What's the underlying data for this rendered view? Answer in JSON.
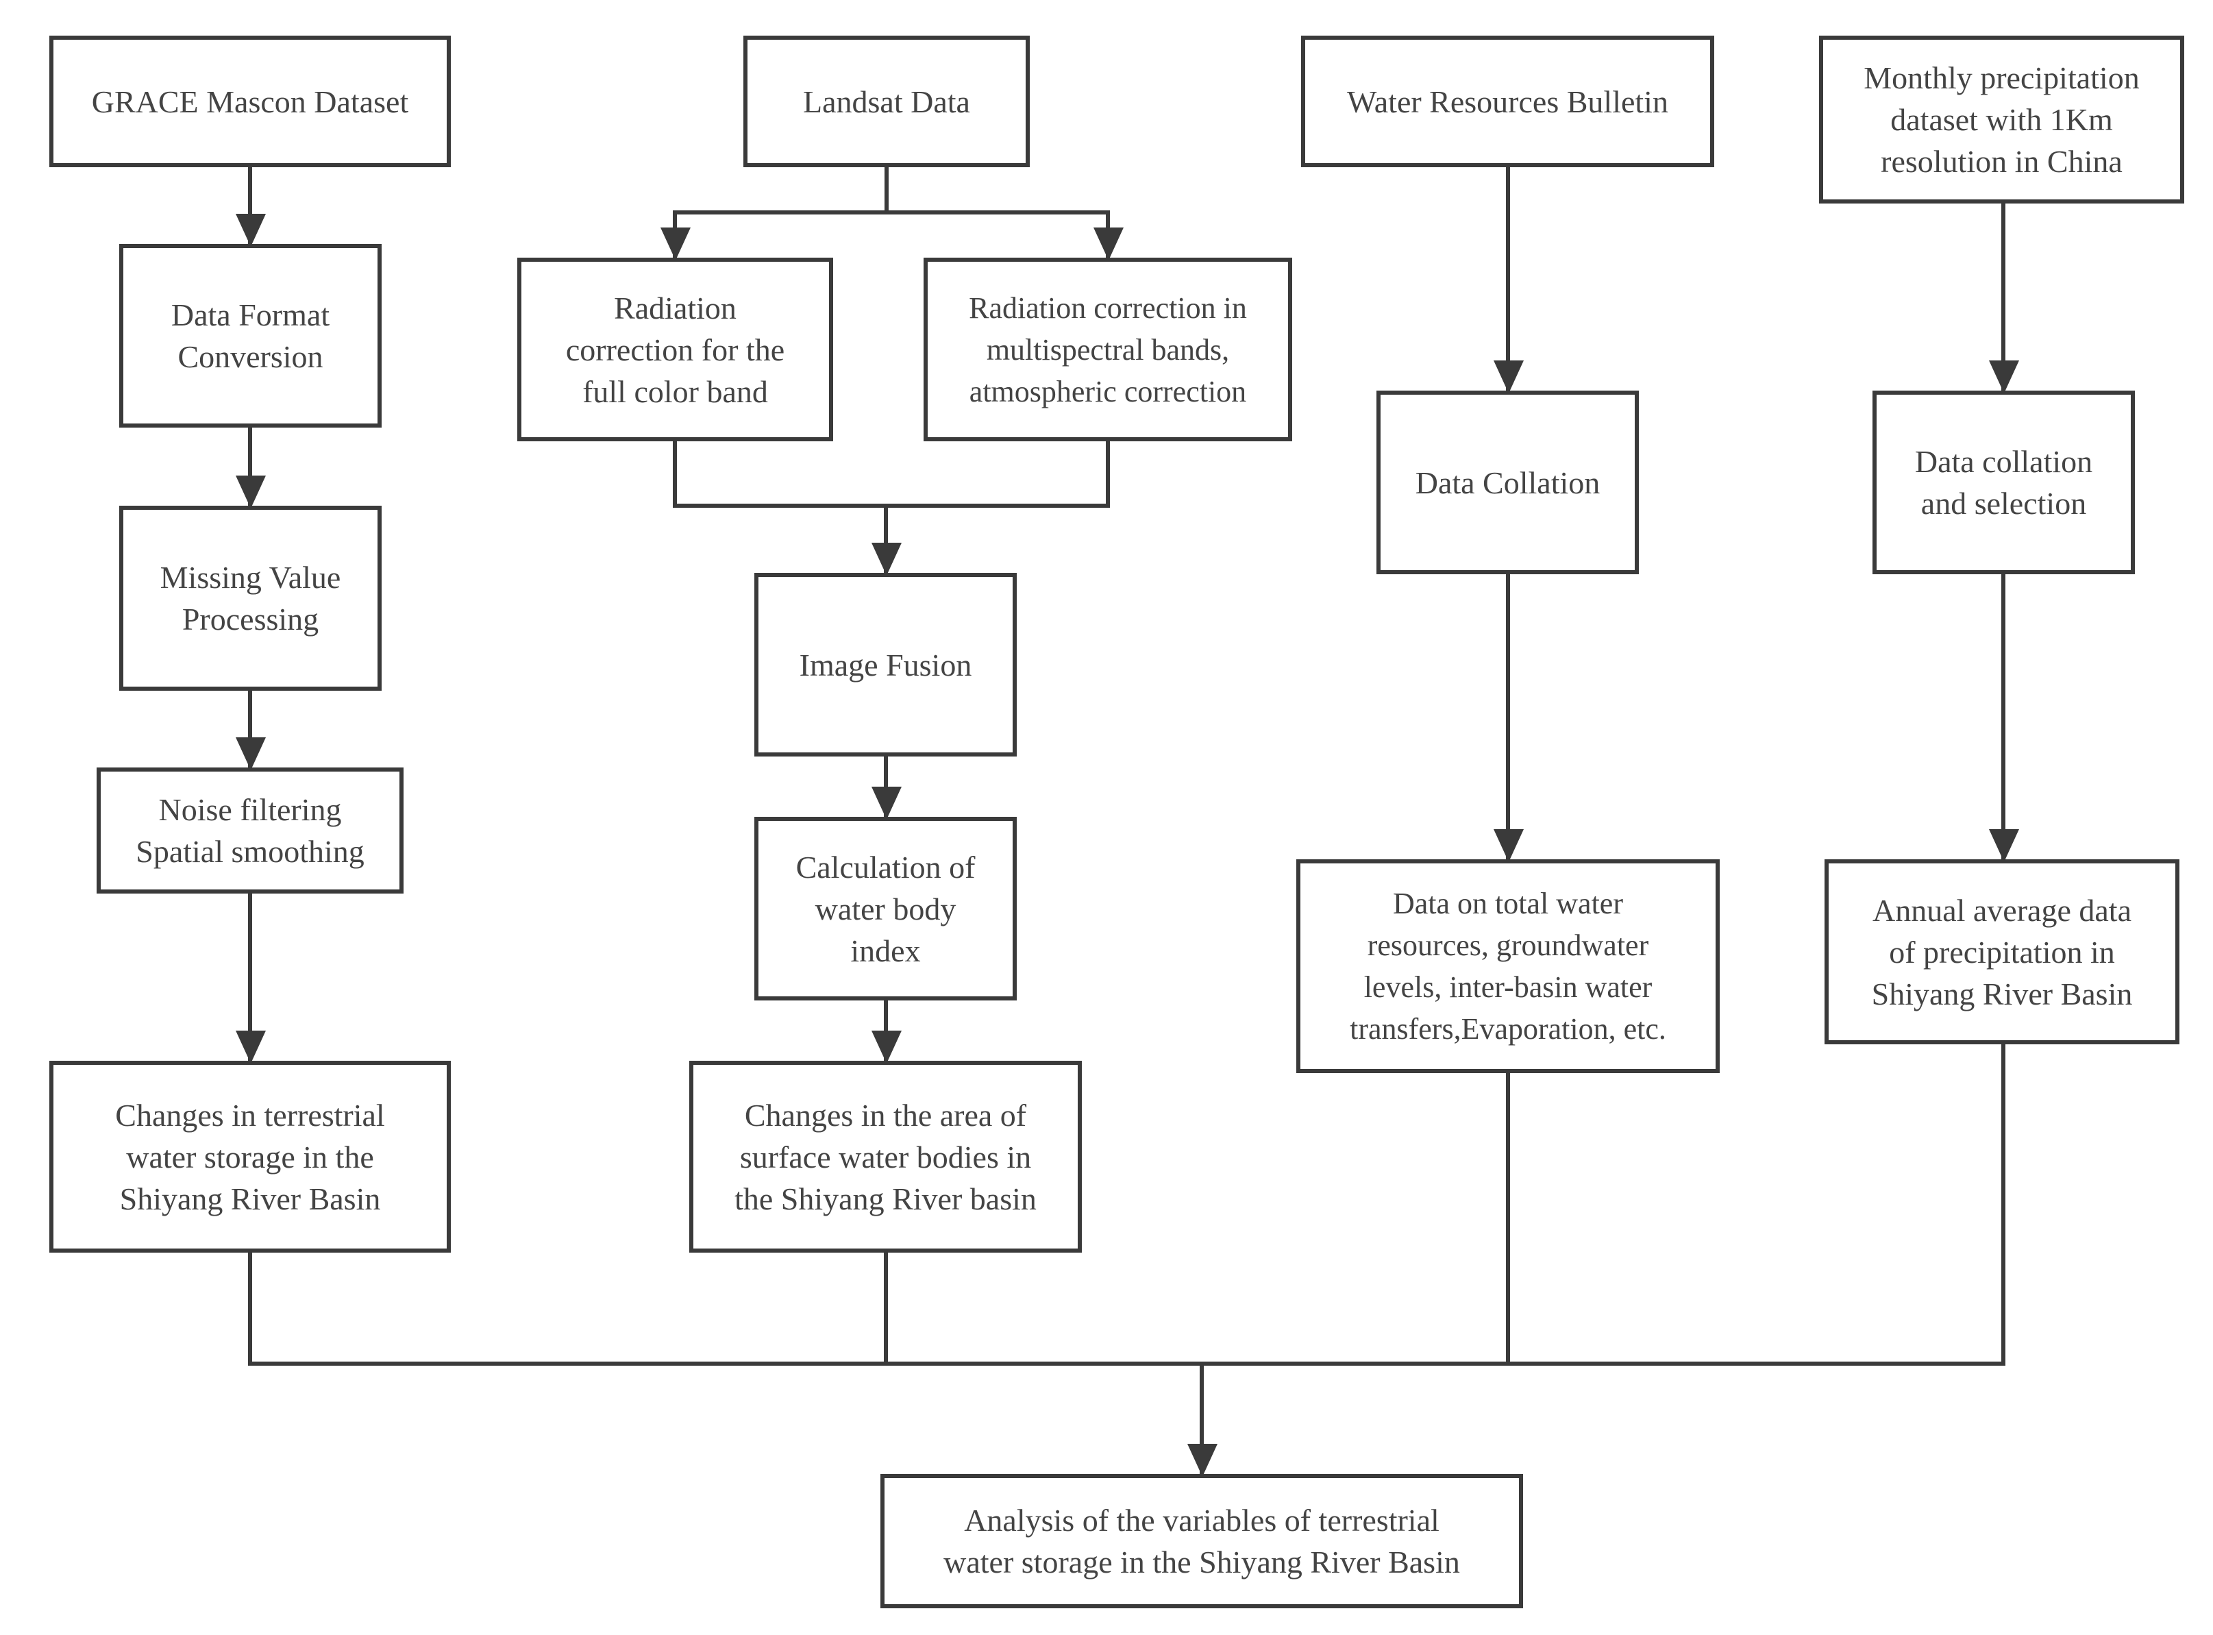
{
  "diagram": {
    "nodes": [
      {
        "id": "grace",
        "label": "GRACE Mascon Dataset"
      },
      {
        "id": "format",
        "label": "Data Format\nConversion"
      },
      {
        "id": "missing",
        "label": "Missing Value\nProcessing"
      },
      {
        "id": "noise",
        "label": "Noise filtering\nSpatial smoothing"
      },
      {
        "id": "tws",
        "label": "Changes in terrestrial\nwater storage in the\nShiyang River Basin"
      },
      {
        "id": "landsat",
        "label": "Landsat Data"
      },
      {
        "id": "rad_full",
        "label": "Radiation\ncorrection for the\nfull color band"
      },
      {
        "id": "rad_multi",
        "label": "Radiation correction in\nmultispectral bands,\natmospheric correction"
      },
      {
        "id": "fusion",
        "label": "Image Fusion"
      },
      {
        "id": "index",
        "label": "Calculation of\nwater body\nindex"
      },
      {
        "id": "area",
        "label": "Changes in the area of\nsurface water bodies in\nthe Shiyang River basin"
      },
      {
        "id": "bulletin",
        "label": "Water Resources Bulletin"
      },
      {
        "id": "collation",
        "label": "Data Collation"
      },
      {
        "id": "waterdata",
        "label": "Data on total water\nresources, groundwater\nlevels, inter-basin water\ntransfers,Evaporation, etc."
      },
      {
        "id": "precip",
        "label": "Monthly precipitation\ndataset with 1Km\nresolution in China"
      },
      {
        "id": "precip_sel",
        "label": "Data collation\nand selection"
      },
      {
        "id": "annual",
        "label": "Annual average data\nof precipitation in\nShiyang River Basin"
      },
      {
        "id": "analysis",
        "label": "Analysis of the variables of terrestrial\nwater storage in the Shiyang River Basin"
      }
    ],
    "edges": [
      {
        "from": "grace",
        "to": "format"
      },
      {
        "from": "format",
        "to": "missing"
      },
      {
        "from": "missing",
        "to": "noise"
      },
      {
        "from": "noise",
        "to": "tws"
      },
      {
        "from": "landsat",
        "to": "rad_full"
      },
      {
        "from": "landsat",
        "to": "rad_multi"
      },
      {
        "from": "rad_full",
        "to": "fusion"
      },
      {
        "from": "rad_multi",
        "to": "fusion"
      },
      {
        "from": "fusion",
        "to": "index"
      },
      {
        "from": "index",
        "to": "area"
      },
      {
        "from": "bulletin",
        "to": "collation"
      },
      {
        "from": "collation",
        "to": "waterdata"
      },
      {
        "from": "precip",
        "to": "precip_sel"
      },
      {
        "from": "precip_sel",
        "to": "annual"
      },
      {
        "from": "tws",
        "to": "analysis"
      },
      {
        "from": "area",
        "to": "analysis"
      },
      {
        "from": "waterdata",
        "to": "analysis"
      },
      {
        "from": "annual",
        "to": "analysis"
      }
    ],
    "colors": {
      "stroke": "#3a3a3a",
      "text": "#444444",
      "background": "#ffffff"
    }
  }
}
